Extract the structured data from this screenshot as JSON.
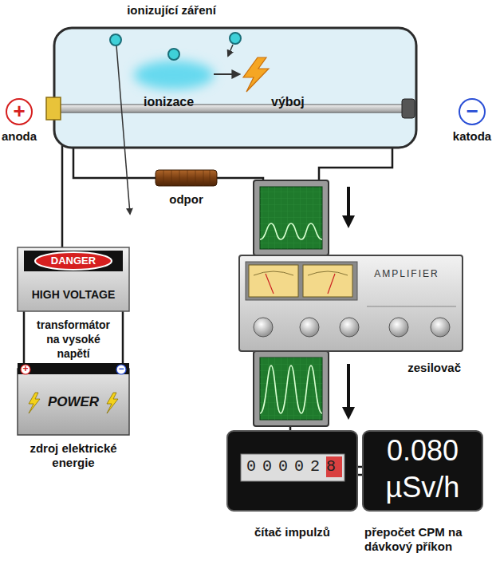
{
  "diagram": {
    "nodes": [
      {
        "text": [
          "ionizace",
          "výboj"
        ]
      },
      {
        "text": [
          "+",
          "anoda"
        ]
      },
      {
        "text": [
          "−",
          "katoda"
        ]
      },
      {
        "text": [
          "odpor"
        ]
      },
      {
        "text": [
          "DANGER",
          "HIGH VOLTAGE",
          "transformátor na vysoké napětí"
        ]
      },
      {
        "text": [
          "POWER",
          "zdroj elektrické energie"
        ]
      },
      {
        "text": [
          "AMPLIFIER",
          "zesilovač"
        ]
      },
      {
        "text": [
          "000028",
          "čítač impulzů"
        ]
      },
      {
        "text": [
          "0.080",
          "µSv/h",
          "přepočet CPM na dávkový příkon"
        ]
      }
    ],
    "edges": [
      {
        "from": 0,
        "to": 3,
        "arrow": "none"
      },
      {
        "from": 0,
        "to": 4,
        "arrow": "none"
      },
      {
        "from": 3,
        "to": 6,
        "arrow": "none"
      },
      {
        "from": 0,
        "to": 6,
        "arrow": "none"
      },
      {
        "from": 4,
        "to": 5,
        "arrow": "none"
      },
      {
        "from": 4,
        "to": 5,
        "arrow": "none"
      },
      {
        "from": 6,
        "to": 7,
        "arrow": "none"
      },
      {
        "from": 7,
        "to": 8,
        "arrow": "none"
      }
    ],
    "labels": [
      "ionizující záření",
      "+",
      "−"
    ]
  }
}
